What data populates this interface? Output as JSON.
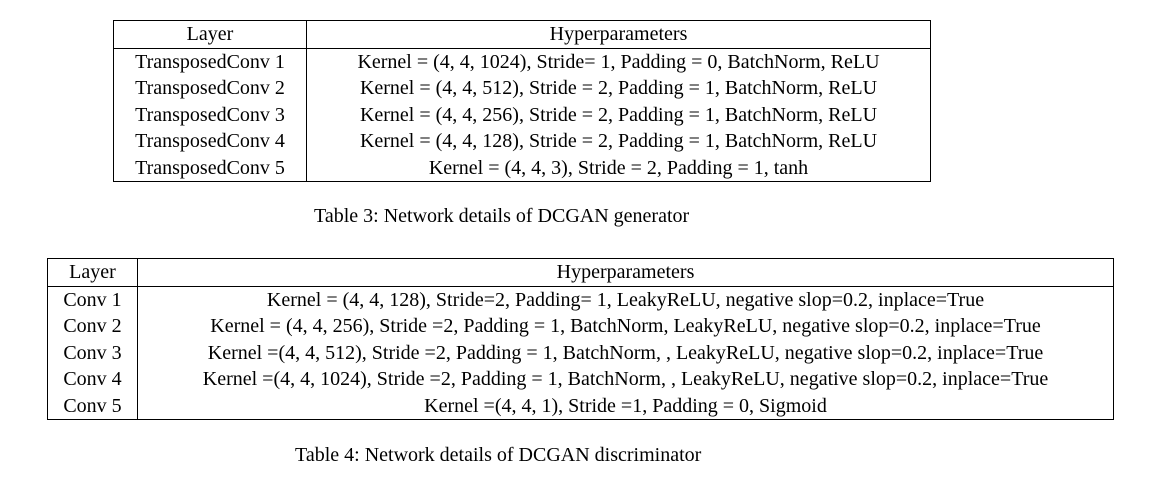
{
  "generator": {
    "headers": [
      "Layer",
      "Hyperparameters"
    ],
    "rows": [
      [
        "TransposedConv 1",
        "Kernel = (4, 4, 1024), Stride= 1, Padding = 0, BatchNorm, ReLU"
      ],
      [
        "TransposedConv 2",
        "Kernel = (4, 4, 512), Stride = 2, Padding = 1, BatchNorm, ReLU"
      ],
      [
        "TransposedConv 3",
        "Kernel = (4, 4, 256), Stride = 2, Padding = 1, BatchNorm, ReLU"
      ],
      [
        "TransposedConv 4",
        "Kernel = (4, 4, 128), Stride = 2, Padding = 1, BatchNorm, ReLU"
      ],
      [
        "TransposedConv 5",
        "Kernel = (4, 4, 3), Stride = 2, Padding = 1, tanh"
      ]
    ],
    "caption": "Table 3: Network details of DCGAN generator"
  },
  "discriminator": {
    "headers": [
      "Layer",
      "Hyperparameters"
    ],
    "rows": [
      [
        "Conv 1",
        "Kernel = (4, 4, 128), Stride=2, Padding= 1, LeakyReLU, negative slop=0.2, inplace=True"
      ],
      [
        "Conv 2",
        "Kernel = (4, 4, 256), Stride =2, Padding = 1, BatchNorm, LeakyReLU, negative slop=0.2, inplace=True"
      ],
      [
        "Conv 3",
        "Kernel =(4, 4, 512), Stride =2, Padding = 1, BatchNorm, , LeakyReLU, negative slop=0.2, inplace=True"
      ],
      [
        "Conv 4",
        "Kernel =(4, 4, 1024), Stride =2, Padding = 1, BatchNorm, , LeakyReLU, negative slop=0.2, inplace=True"
      ],
      [
        "Conv 5",
        "Kernel =(4, 4, 1), Stride =1, Padding = 0, Sigmoid"
      ]
    ],
    "caption": "Table 4: Network details of DCGAN discriminator"
  }
}
